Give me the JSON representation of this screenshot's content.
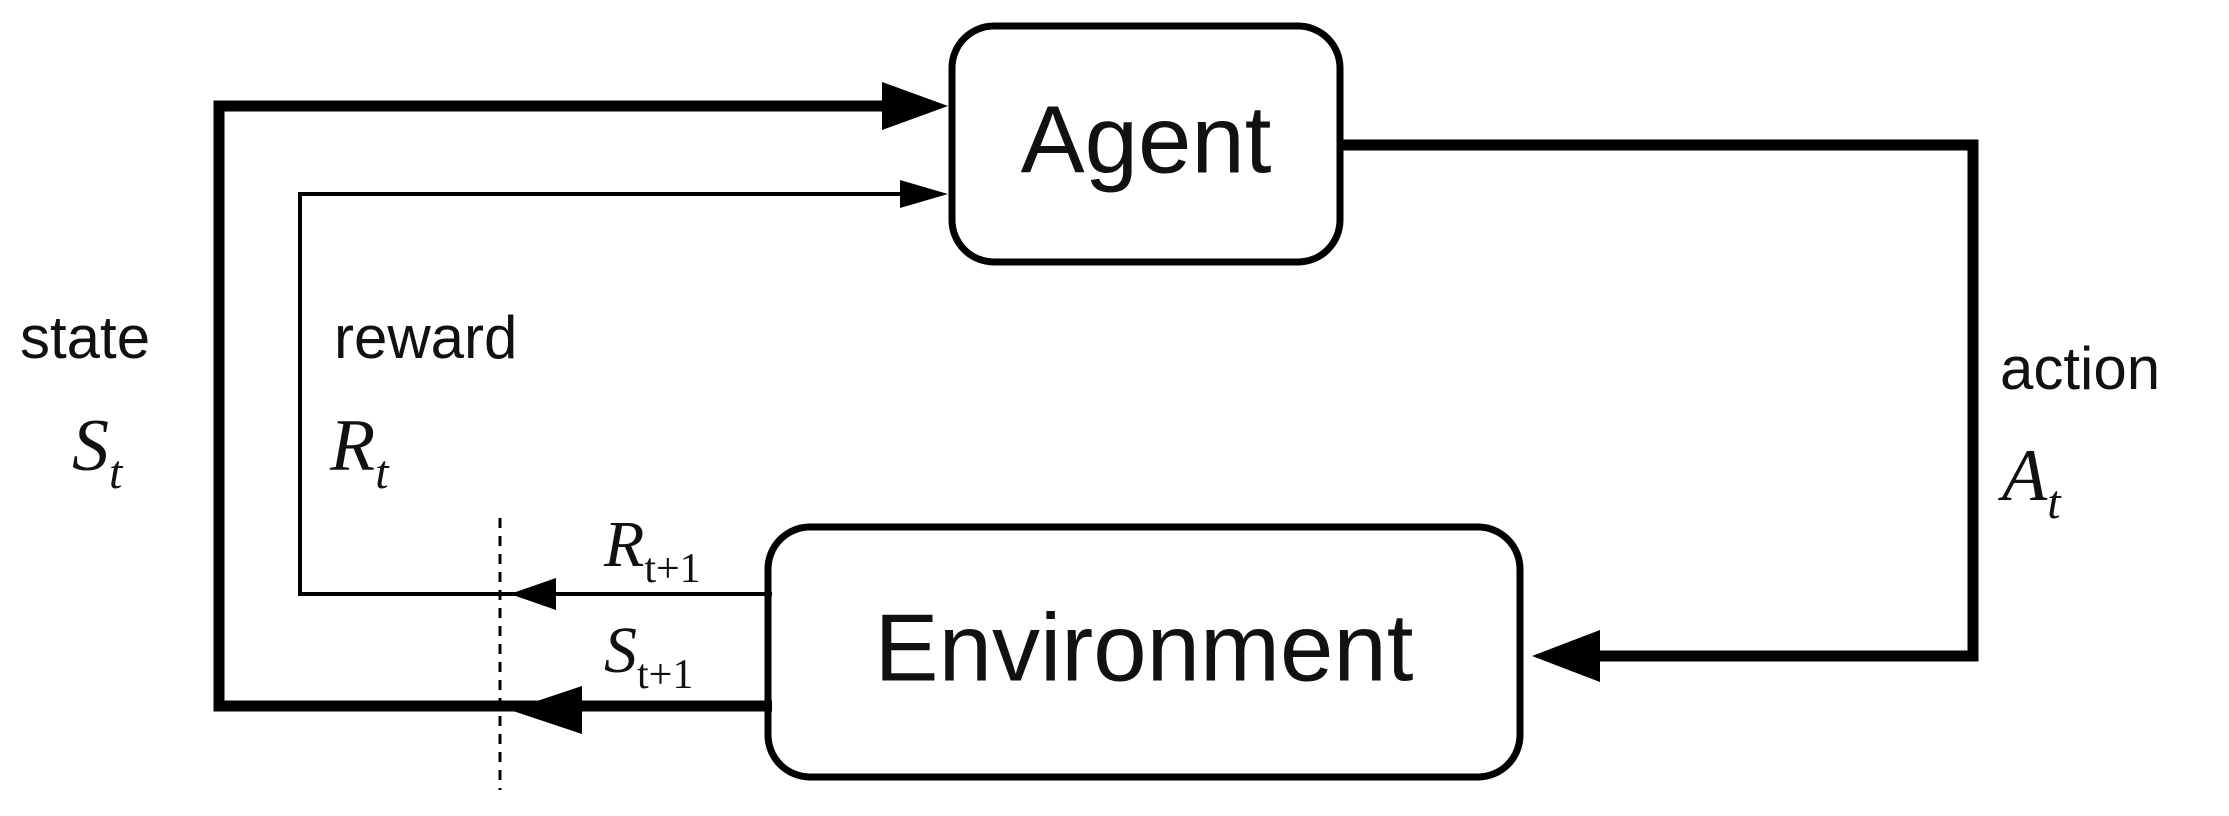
{
  "nodes": {
    "agent": {
      "label": "Agent"
    },
    "environment": {
      "label": "Environment"
    }
  },
  "signals": {
    "state": {
      "word": "state",
      "symbol": "S",
      "subscript": "t"
    },
    "reward": {
      "word": "reward",
      "symbol": "R",
      "subscript": "t"
    },
    "action": {
      "word": "action",
      "symbol": "A",
      "subscript": "t"
    },
    "next_reward": {
      "symbol": "R",
      "subscript": "t+1"
    },
    "next_state": {
      "symbol": "S",
      "subscript": "t+1"
    }
  },
  "colors": {
    "stroke": "#000000",
    "text": "#111111",
    "background": "#ffffff"
  }
}
